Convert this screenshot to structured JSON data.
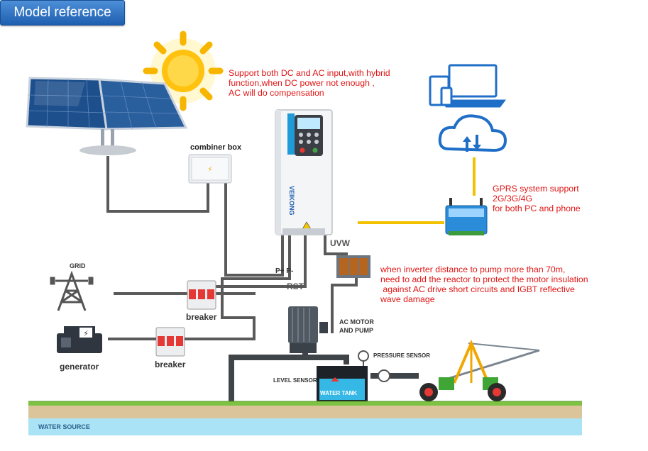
{
  "header": {
    "title": "Model reference"
  },
  "notes": {
    "hybrid": [
      "Support both DC and AC input,with hybrid",
      "function,when DC power not enough ,",
      "AC will do compensation"
    ],
    "gprs": [
      "GPRS system support",
      "2G/3G/4G",
      "for both PC and phone"
    ],
    "reactor": [
      "when inverter distance to pump more than 70m,",
      "need to add the reactor to protect the motor insulation",
      " against AC drive short circuits and IGBT reflective",
      "wave damage"
    ]
  },
  "labels": {
    "combiner_box": "combiner box",
    "grid": "GRID",
    "breaker_grid": "breaker",
    "breaker_gen": "breaker",
    "generator": "generator",
    "uvw": "UVW",
    "pp": "P+ P-",
    "rst": "RST",
    "motor": [
      "AC MOTOR",
      "AND PUMP"
    ],
    "pressure_sensor": "PRESSURE SENSOR",
    "level_sensor": "LEVEL SENSOR",
    "water_tank": "WATER TANK",
    "water_source": "WATER SOURCE",
    "brand": "VEIKONG"
  },
  "colors": {
    "red_text": "#e01515",
    "cable": "#5a5a5a",
    "signal": "#f2c200",
    "header": "#2f72c4",
    "water": "#a9e3f5",
    "grass": "#7dc243",
    "soil": "#dcc49a"
  }
}
